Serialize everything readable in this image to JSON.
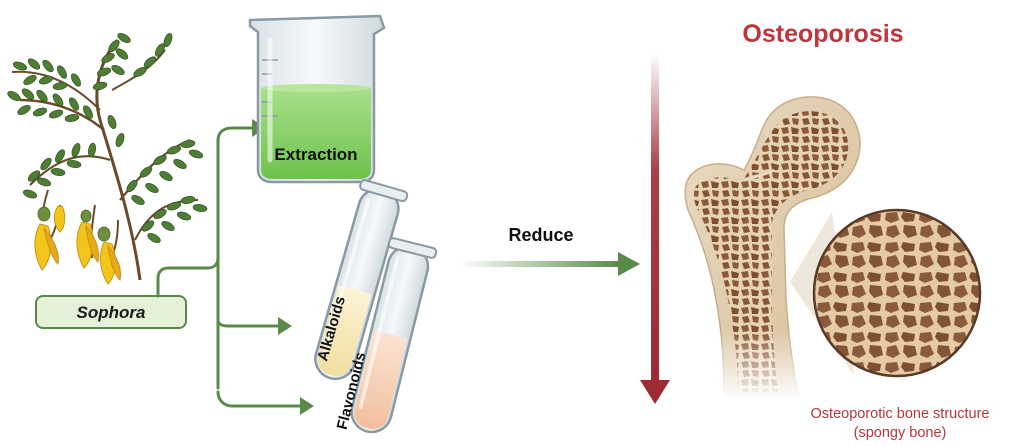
{
  "diagram": {
    "plant_label": "Sophora",
    "beaker_label": "Extraction",
    "tube1_label": "Alkaloids",
    "tube2_label": "Flavonoids",
    "arrow_label": "Reduce",
    "title": "Osteoporosis",
    "caption_line1": "Osteoporotic bone structure",
    "caption_line2": "(spongy bone)"
  },
  "colors": {
    "arrow_green": "#5a8a4a",
    "title_red": "#c0343a",
    "caption_red": "#b5383c",
    "label_box_fill": "#e4f0d8",
    "liquid_green": "#8ad36a",
    "bone_tan": "#e3cfb2",
    "bone_spots": "#8a5a3c"
  }
}
